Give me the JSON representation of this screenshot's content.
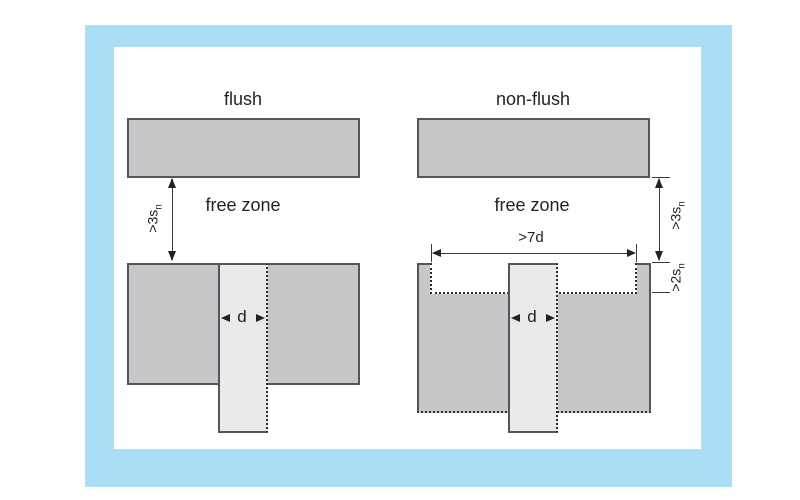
{
  "colors": {
    "frame-blue": "#aadef5",
    "material": "#c6c7c9",
    "sensor": "#e9eaeb",
    "edge": "#55565a",
    "line": "#3a3a3c",
    "ink": "#232323",
    "bg": "#ffffff"
  },
  "flush": {
    "title": "flush",
    "free_zone_label": "free zone",
    "clearance_label": {
      "text": ">3s",
      "sub": "n"
    },
    "diameter_label": "d"
  },
  "non_flush": {
    "title": "non-flush",
    "free_zone_label": "free zone",
    "clearance_label": {
      "text": ">3s",
      "sub": "n"
    },
    "recess_width_label": ">7d",
    "recess_depth_label": {
      "text": ">2s",
      "sub": "n"
    },
    "diameter_label": "d"
  }
}
